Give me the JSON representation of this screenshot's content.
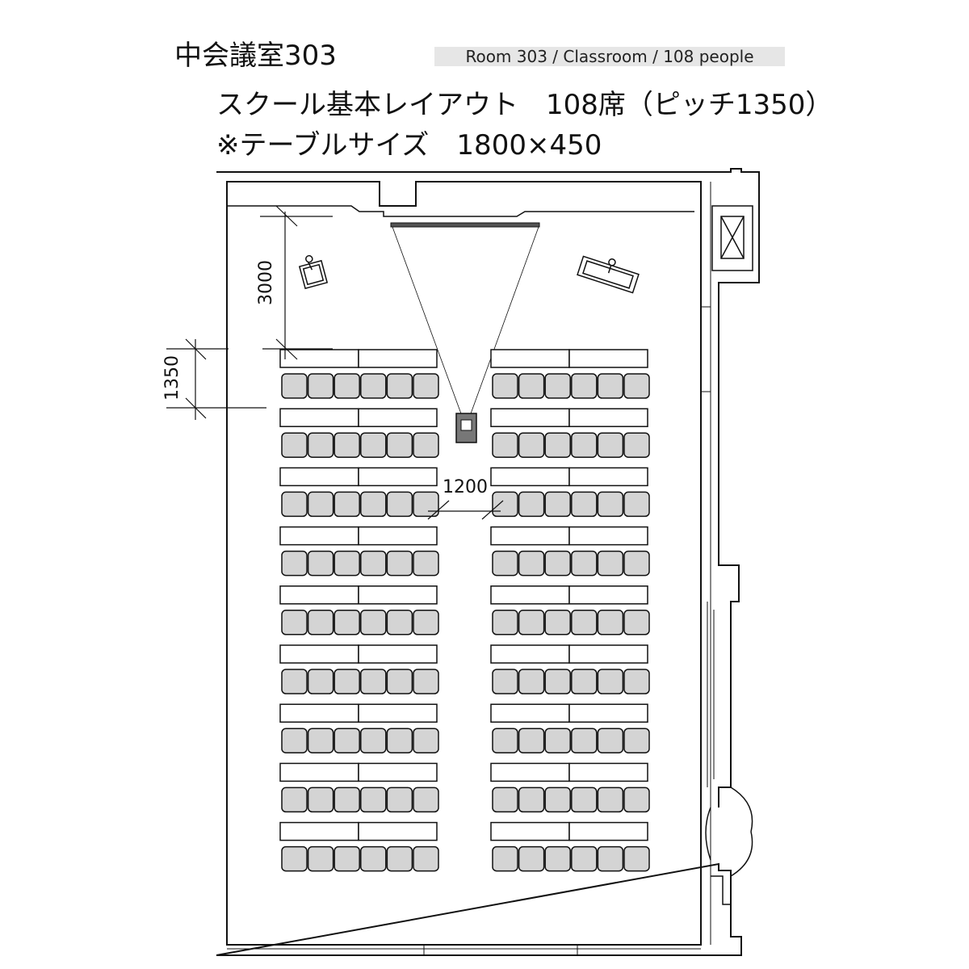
{
  "header": {
    "room_name": "中会議室303",
    "badge": "Room 303 / Classroom / 108 people",
    "layout_line": "スクール基本レイアウト　108席（ピッチ1350）",
    "table_size_line": "※テーブルサイズ　1800×450"
  },
  "dimensions": {
    "front_gap": "3000",
    "row_pitch": "1350",
    "aisle_width": "1200"
  },
  "layout": {
    "rows": 9,
    "tables_per_row_per_side": 2,
    "seats_per_row_per_side": 6,
    "total_seats": 108
  },
  "colors": {
    "line": "#111111",
    "seat_fill": "#d4d4d4",
    "projector_fill": "#777777"
  }
}
